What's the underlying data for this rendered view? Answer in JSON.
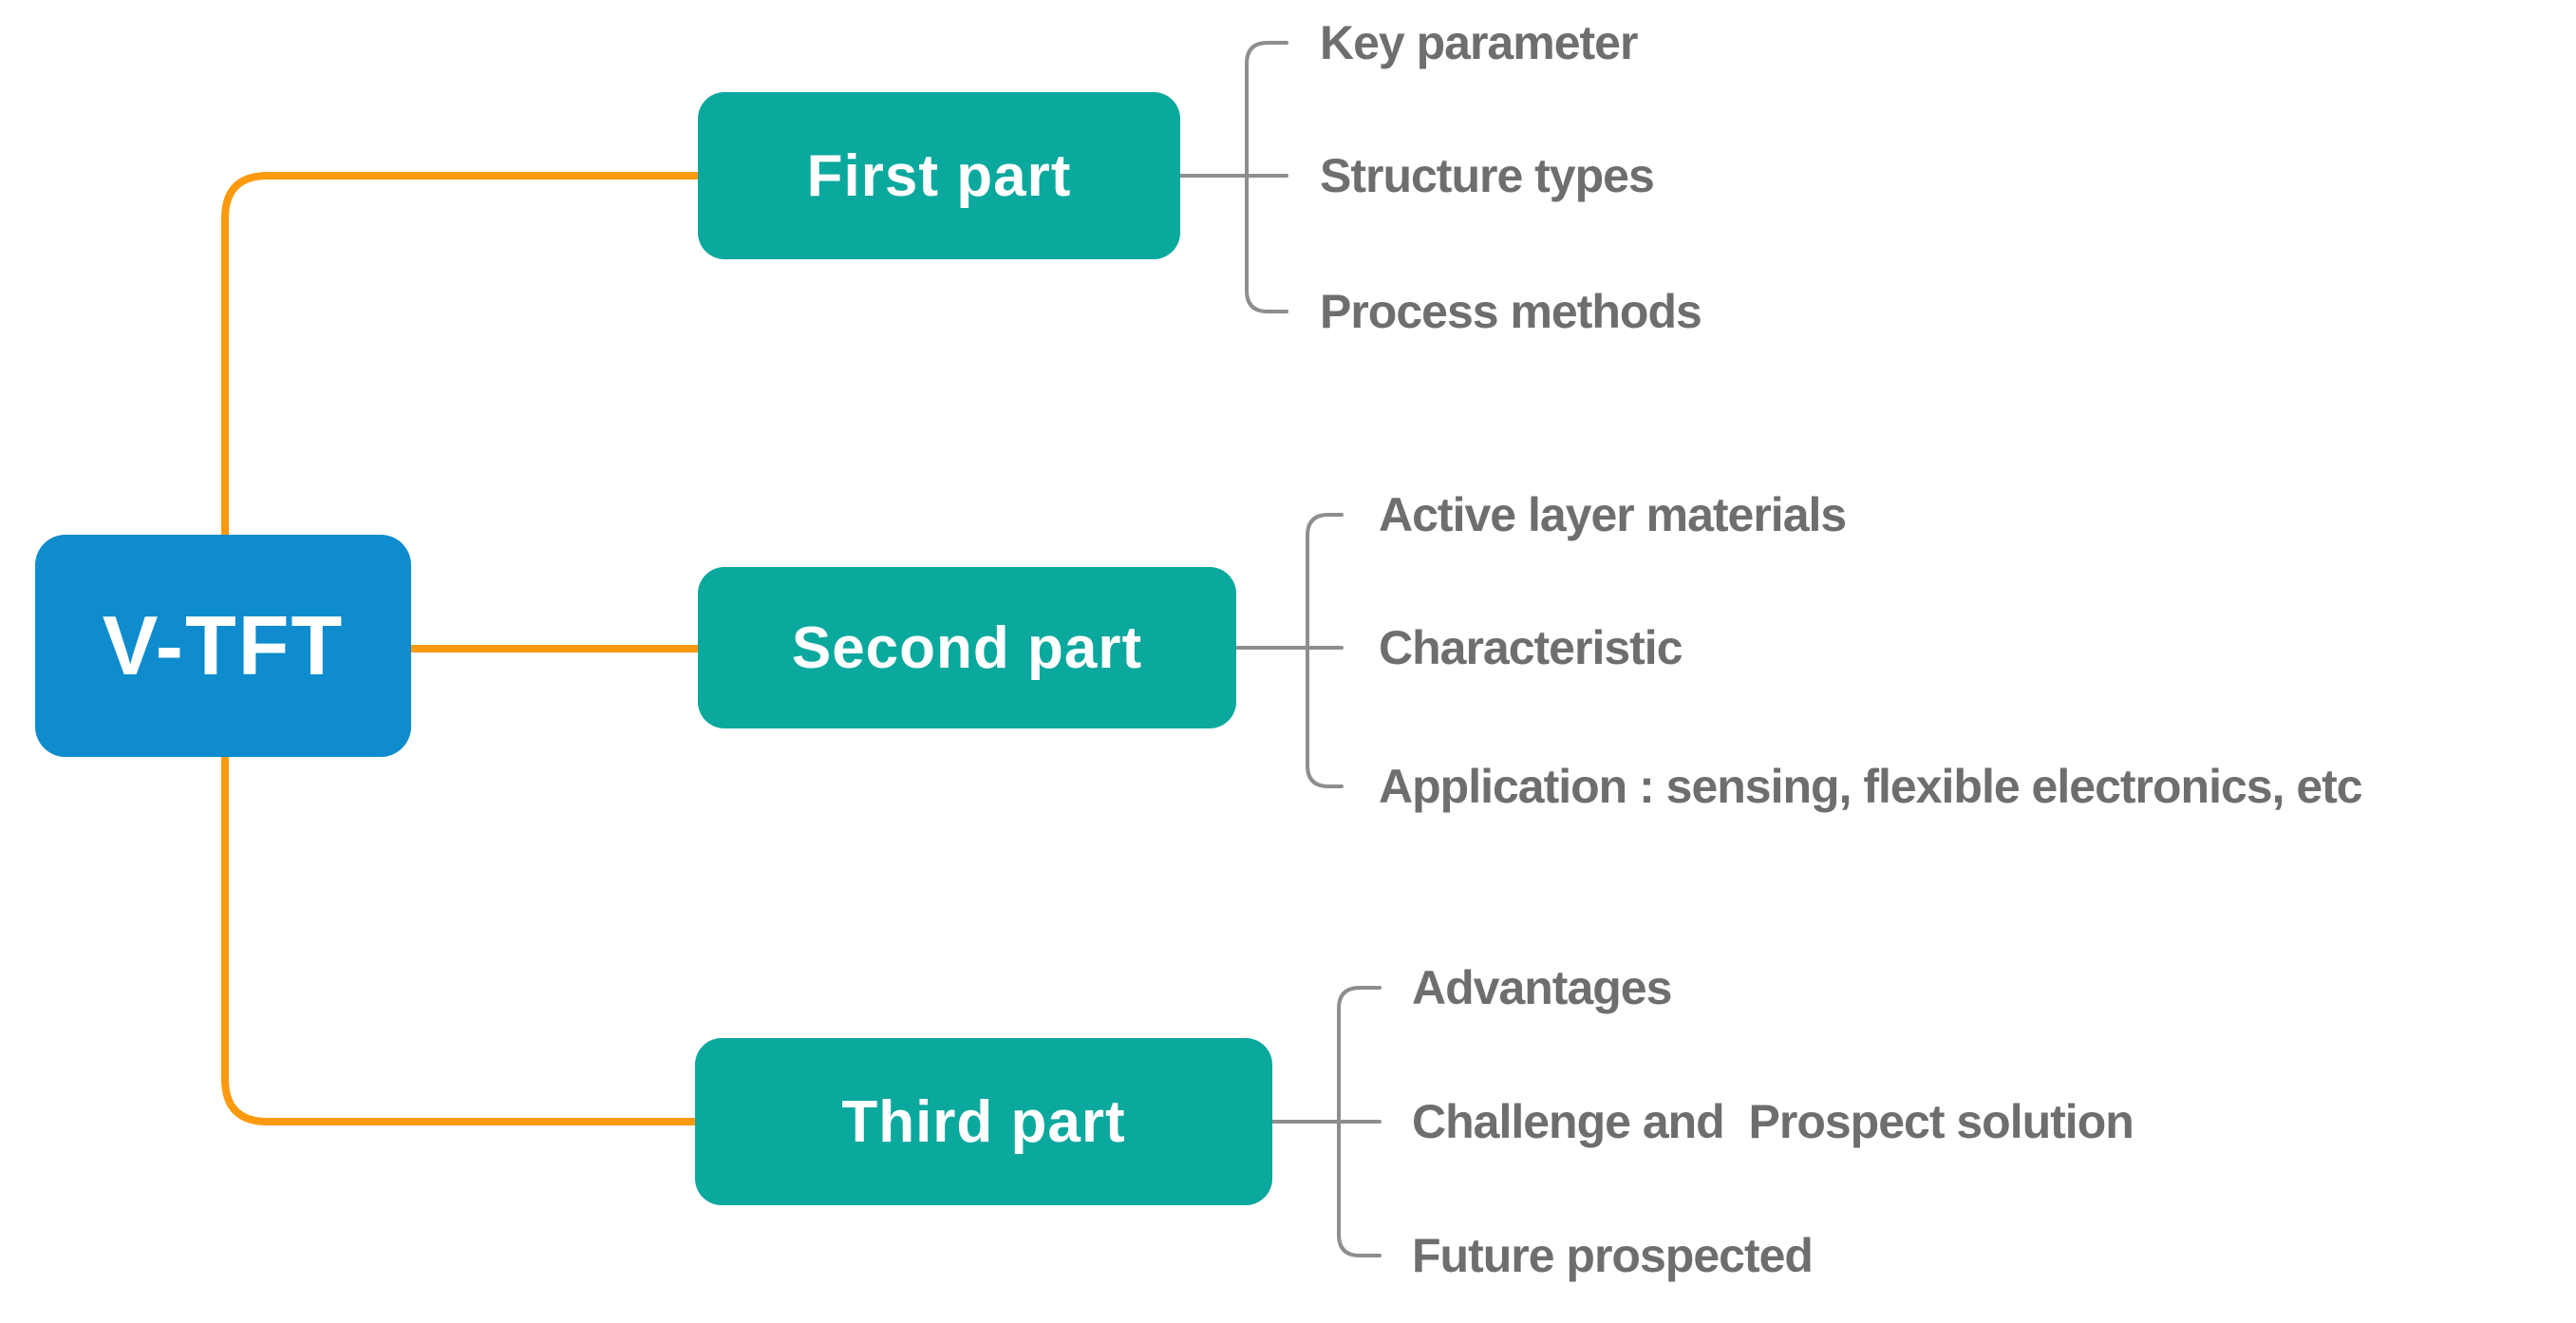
{
  "colors": {
    "background": "#ffffff",
    "root_blue": "#0e8ccd",
    "branch_teal": "#0ba89e",
    "spine_orange": "#fb9a0e",
    "bracket_gray": "#8e8e8e",
    "leaf_text": "#6e6e6e",
    "node_text": "#ffffff"
  },
  "root": {
    "label": "V-TFT"
  },
  "branches": [
    {
      "label": "First part",
      "leaves": [
        "Key parameter",
        "Structure types",
        "Process methods"
      ]
    },
    {
      "label": "Second part",
      "leaves": [
        "Active layer materials",
        "Characteristic",
        "Application : sensing, flexible electronics, etc"
      ]
    },
    {
      "label": "Third part",
      "leaves": [
        "Advantages",
        "Challenge and  Prospect solution",
        "Future prospected"
      ]
    }
  ]
}
